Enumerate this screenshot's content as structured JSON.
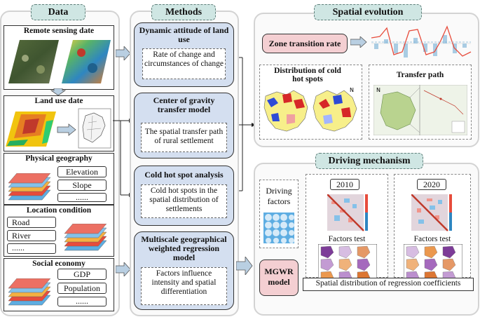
{
  "data": {
    "header": "Data",
    "remote_sensing": "Remote sensing date",
    "land_use": "Land use date",
    "physical": {
      "title": "Physical geography",
      "items": [
        "Elevation",
        "Slope",
        "......"
      ]
    },
    "location": {
      "title": "Location condition",
      "items": [
        "Road",
        "River",
        "......"
      ]
    },
    "social": {
      "title": "Social economy",
      "items": [
        "GDP",
        "Population",
        "......"
      ]
    }
  },
  "methods": {
    "header": "Methods",
    "items": [
      {
        "title": "Dynamic attitude of land use",
        "desc": "Rate of change and circumstances of change"
      },
      {
        "title": "Center of gravity transfer model",
        "desc": "The spatial transfer path of rural settlement"
      },
      {
        "title": "Cold hot spot analysis",
        "desc": "Cold hot spots in the spatial distribution of settlements"
      },
      {
        "title": "Multiscale geographical weighted regression model",
        "desc": "Factors influence intensity and spatial differentiation"
      }
    ]
  },
  "spatial": {
    "header": "Spatial evolution",
    "zone_rate": "Zone transition rate",
    "hotspots": "Distribution of cold hot spots",
    "transfer": "Transfer path"
  },
  "driving": {
    "header": "Driving mechanism",
    "factors": "Driving factors",
    "mgwr": "MGWR model",
    "year1": "2010",
    "year2": "2020",
    "factors_test": "Factors test",
    "spatial_dist": "Spatial distribution of regression coefficients"
  },
  "colors": {
    "tag_bg": "#cfe6e3",
    "method_bg": "#d4dff0",
    "pink": "#f4cfd2",
    "arrow": "#b9cfe2"
  }
}
